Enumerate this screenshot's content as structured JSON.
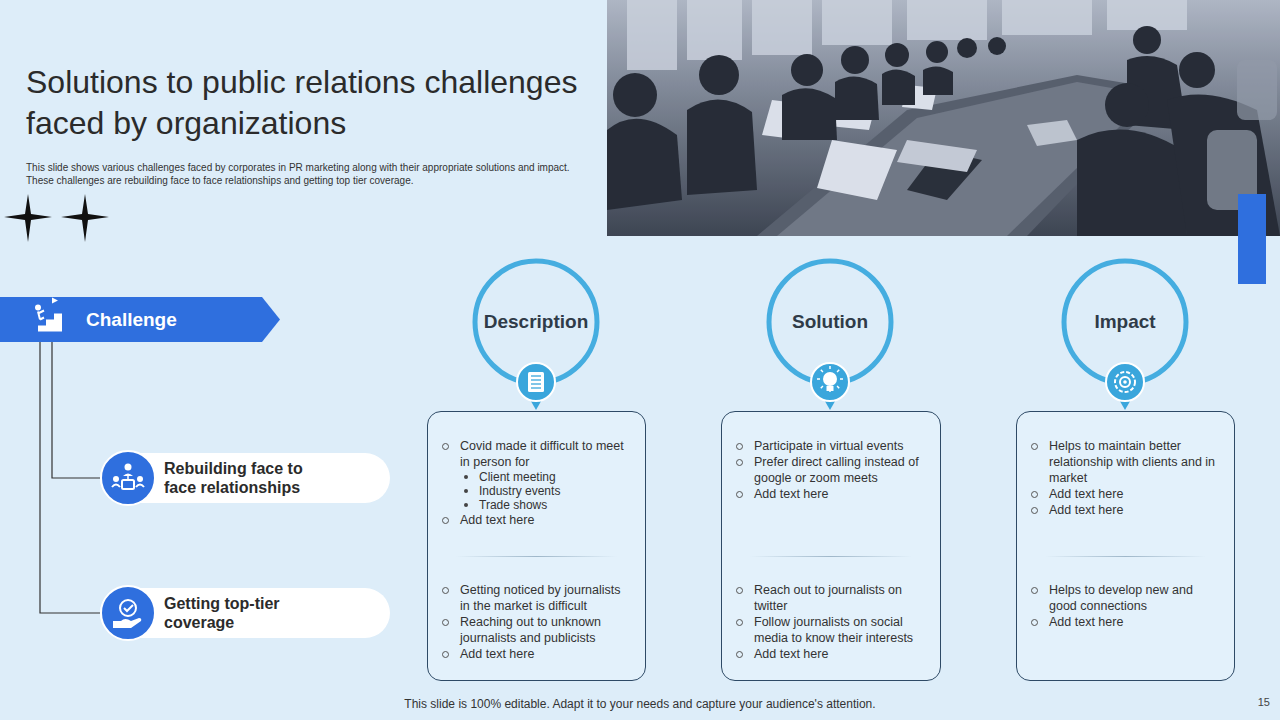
{
  "diagram": {
    "title": "Solutions to public relations challenges faced by organizations",
    "caption": "This slide shows various challenges faced by corporates in PR marketing along with their appropriate solutions and impact. These challenges are rebuilding face to face relationships and getting top tier coverage.",
    "nodes": [
      {
        "text": [
          "Challenge"
        ]
      },
      {
        "text": [
          "Rebuilding face to face relationships"
        ]
      },
      {
        "text": [
          "Getting top-tier coverage"
        ]
      },
      {
        "text": [
          "Description"
        ]
      },
      {
        "text": [
          "Solution"
        ]
      },
      {
        "text": [
          "Impact"
        ]
      },
      {
        "text": [
          "Covid made it difficult to meet in person for",
          "Client meeting",
          "Industry events",
          "Trade shows",
          "Add text here",
          "Getting noticed by journalists in the market is difficult",
          "Reaching out to unknown journalists and publicists",
          "Add text here"
        ]
      },
      {
        "text": [
          "Participate in virtual events",
          "Prefer direct calling instead of google or zoom meets",
          "Add text here",
          "Reach out to journalists on twitter",
          "Follow journalists on social media to know their interests",
          "Add text here"
        ]
      },
      {
        "text": [
          "Helps to maintain better relationship with clients and in market",
          "Add text here",
          "Add text here",
          "Helps to develop new and good connections",
          "Add text here"
        ]
      }
    ],
    "edges": [
      {
        "from": 0,
        "to": 1,
        "arrow": "none"
      },
      {
        "from": 0,
        "to": 2,
        "arrow": "none"
      }
    ],
    "labels": [
      "This slide is 100% editable. Adapt it to your needs and capture your audience's attention.",
      "15"
    ]
  }
}
